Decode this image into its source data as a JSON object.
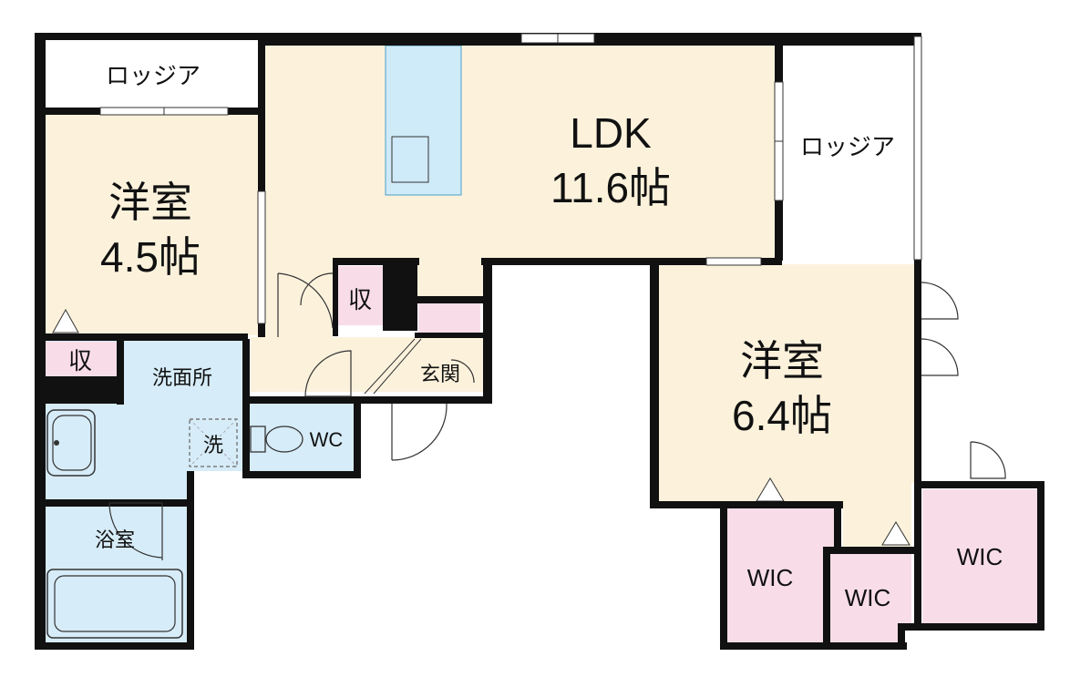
{
  "rooms": {
    "ldk": {
      "name": "LDK",
      "size": "11.6帖"
    },
    "western_left": {
      "name": "洋室",
      "size": "4.5帖"
    },
    "western_right": {
      "name": "洋室",
      "size": "6.4帖"
    },
    "loggia_left": "ロッジア",
    "loggia_right": "ロッジア",
    "storage_left": "収",
    "storage_center": "収",
    "washroom": "洗面所",
    "washer": "洗",
    "wc": "WC",
    "bathroom": "浴室",
    "entrance": "玄関",
    "wic_left": "WIC",
    "wic_center": "WIC",
    "wic_right": "WIC"
  },
  "colors": {
    "wall": "#111111",
    "ldk_floor": "#fcf2dc",
    "room_floor": "#fcf2dc",
    "wet_floor": "#d6ecf8",
    "storage_floor": "#f8dde8",
    "loggia_floor": "#ffffff",
    "kitchen_counter": "#cfeaf8"
  }
}
